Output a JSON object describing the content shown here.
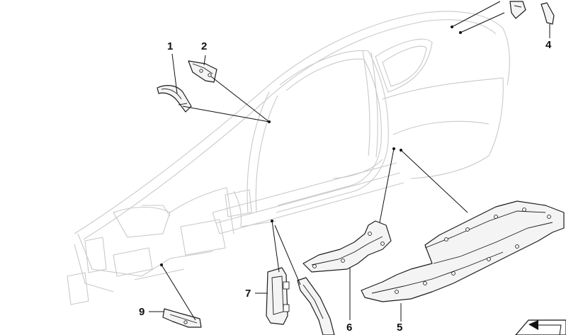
{
  "callouts": {
    "c1": "1",
    "c2": "2",
    "c4": "4",
    "c5": "5",
    "c6": "6",
    "c7": "7",
    "c9": "9"
  },
  "colors": {
    "body_outline": "#c9c9c9",
    "part_outline": "#1c1c1c",
    "part_fill": "#f4f4f4",
    "leader": "#111111"
  },
  "icons": {
    "corner": "folded-corner-arrow-icon"
  }
}
